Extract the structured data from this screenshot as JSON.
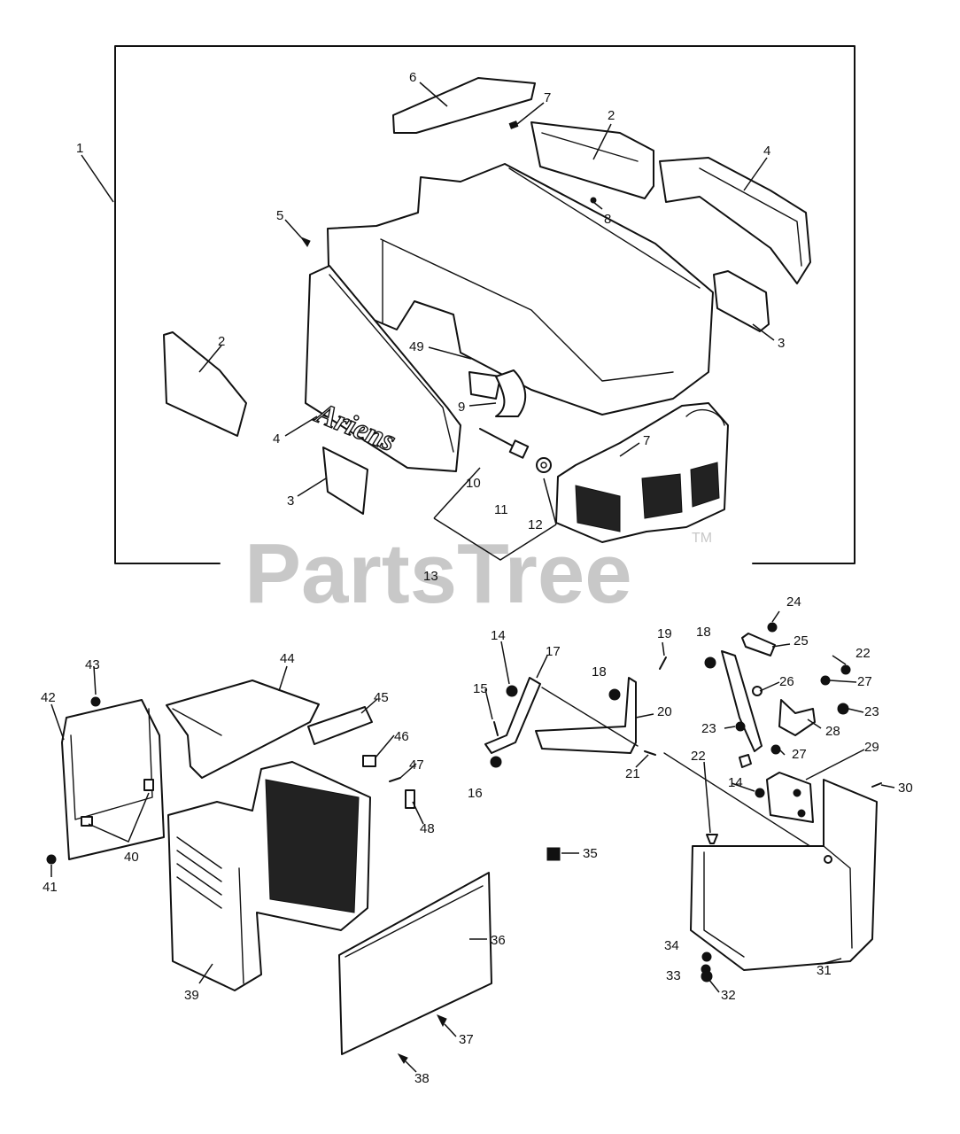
{
  "watermark": {
    "text": "PartsTree",
    "trademark": "TM"
  },
  "brand_logo": "Ariens",
  "labels": {
    "n1": "1",
    "n2a": "2",
    "n2b": "2",
    "n3a": "3",
    "n3b": "3",
    "n4a": "4",
    "n4b": "4",
    "n5": "5",
    "n6": "6",
    "n7a": "7",
    "n7b": "7",
    "n8": "8",
    "n9": "9",
    "n10": "10",
    "n11": "11",
    "n12": "12",
    "n13": "13",
    "n14a": "14",
    "n14b": "14",
    "n15": "15",
    "n16": "16",
    "n17": "17",
    "n18a": "18",
    "n18b": "18",
    "n19": "19",
    "n20": "20",
    "n21": "21",
    "n22a": "22",
    "n22b": "22",
    "n23a": "23",
    "n23b": "23",
    "n24": "24",
    "n25": "25",
    "n26": "26",
    "n27a": "27",
    "n27b": "27",
    "n28": "28",
    "n29": "29",
    "n30": "30",
    "n31": "31",
    "n32": "32",
    "n33": "33",
    "n34": "34",
    "n35": "35",
    "n36": "36",
    "n37": "37",
    "n38": "38",
    "n39": "39",
    "n40": "40",
    "n41": "41",
    "n42": "42",
    "n43": "43",
    "n44": "44",
    "n45": "45",
    "n46": "46",
    "n47": "47",
    "n48": "48",
    "n49": "49"
  }
}
